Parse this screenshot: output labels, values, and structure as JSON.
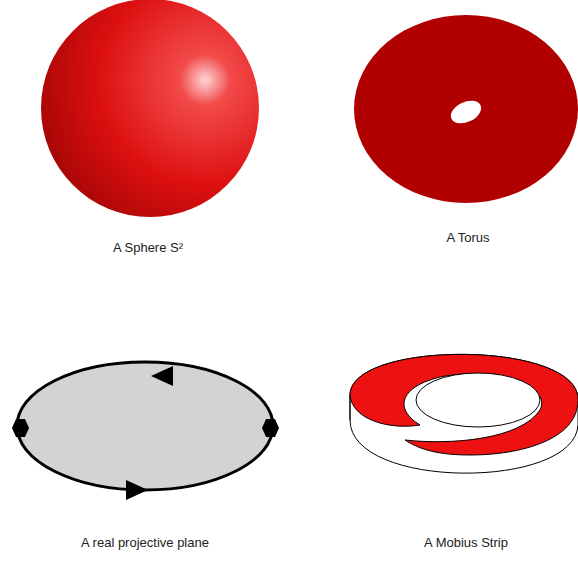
{
  "diagram": {
    "labels": [
      "A Sphere S²",
      "A Torus",
      "A real projective plane",
      "A Mobius Strip"
    ]
  }
}
